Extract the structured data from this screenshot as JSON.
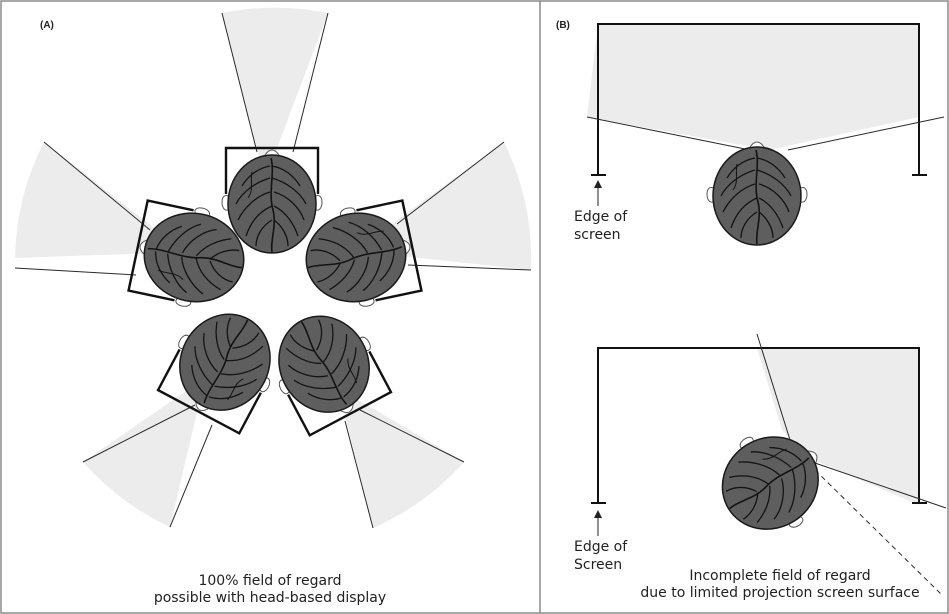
{
  "panel_a": {
    "label": "(A)",
    "caption_line1": "100% field of regard",
    "caption_line2": "possible with head-based display"
  },
  "panel_b": {
    "label": "(B)",
    "top": {
      "edge_line1": "Edge of",
      "edge_line2": "screen"
    },
    "bottom": {
      "edge_line1": "Edge of",
      "edge_line2": "Screen",
      "caption_line1": "Incomplete field of regard",
      "caption_line2": "due to limited projection screen surface"
    }
  },
  "colors": {
    "frame": "#8a8a8a",
    "field_of_view": "#ececec",
    "head_fill": "#5e5e5e",
    "head_pattern": "#141414",
    "line": "#2a2a2a"
  }
}
